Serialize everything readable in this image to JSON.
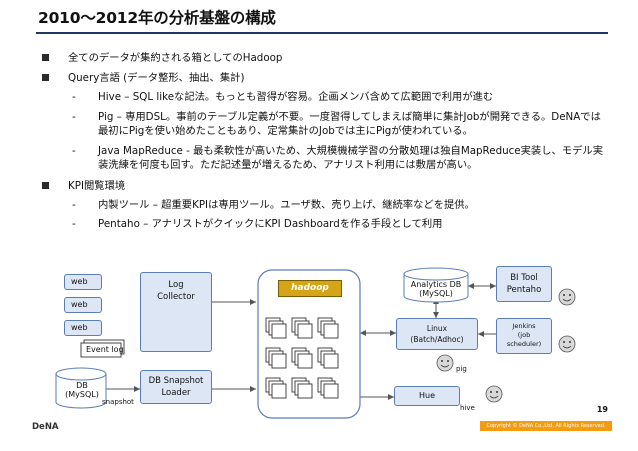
{
  "title": "2010～2012年の分析基盤の構成",
  "bullets": [
    {
      "text": "全てのデータが集約される箱としてのHadoop",
      "sub": []
    },
    {
      "text": "Query言語 (データ整形、抽出、集計)",
      "sub": [
        "Hive – SQL likeな記法。もっとも習得が容易。企画メンバ含めて広範囲で利用が進む",
        "Pig – 専用DSL。事前のテーブル定義が不要。一度習得してしまえば簡単に集計Jobが開発できる。DeNAでは最初にPigを使い始めたこともあり、定常集計のJobでは主にPigが使われている。",
        "Java MapReduce - 最も柔軟性が高いため、大規模機械学習の分散処理は独自MapReduce実装し、モデル実装洗練を何度も回す。ただ記述量が増えるため、アナリスト利用には敷居が高い。"
      ]
    },
    {
      "text": "KPI閲覧環境",
      "sub": [
        "内製ツール – 超重要KPIは専用ツール。ユーザ数、売り上げ、継続率などを提供。",
        "Pentaho – アナリストがクイックにKPI Dashboardを作る手段として利用"
      ]
    }
  ],
  "diagram": {
    "web1": "web",
    "web2": "web",
    "web3": "web",
    "event_log": "Event log",
    "log_collector": [
      "Log",
      "Collector"
    ],
    "hadoop_logo": "hadoop",
    "db_mysql": [
      "DB",
      "(MySQL)"
    ],
    "snapshot": "snapshot",
    "db_snapshot_loader": [
      "DB Snapshot",
      "Loader"
    ],
    "analytics_db": [
      "Analytics DB",
      "(MySQL)"
    ],
    "bi_tool": [
      "BI Tool",
      "Pentaho"
    ],
    "linux": [
      "Linux",
      "(Batch/Adhoc)"
    ],
    "jenkins": [
      "Jenkins",
      "(job",
      "scheduler)"
    ],
    "pig": "pig",
    "hue": "Hue",
    "hive": "hive"
  },
  "page_number": "19",
  "footer": {
    "logo": "DeNA",
    "copyright": "Copyright © DeNA Co.,Ltd. All Rights Reserved."
  }
}
